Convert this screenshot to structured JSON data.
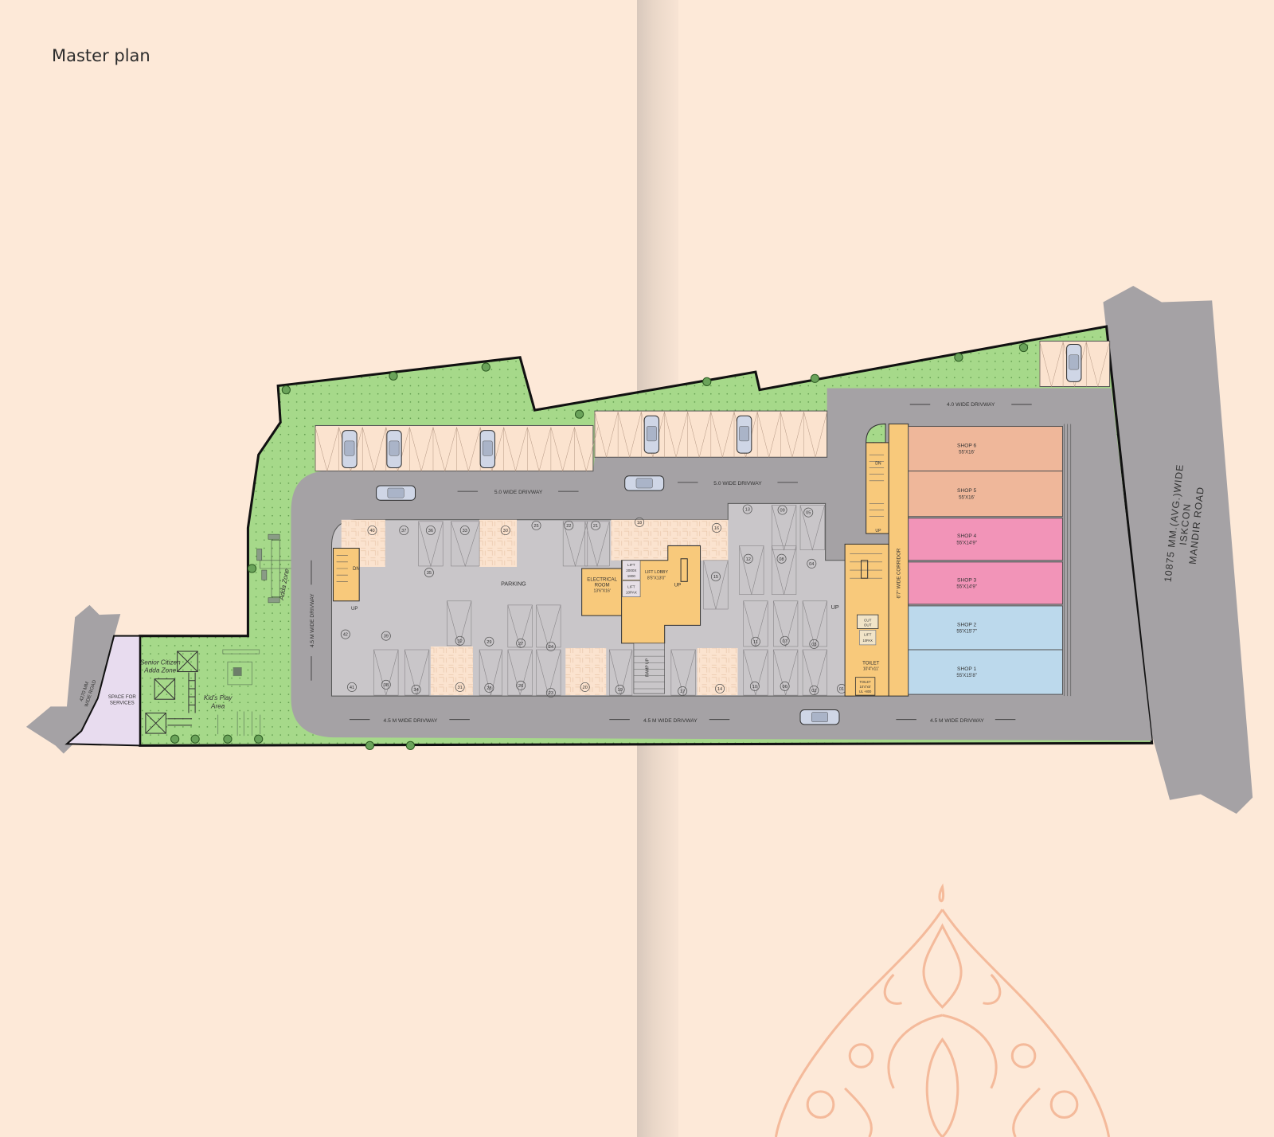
{
  "page": {
    "title": "Master plan"
  },
  "colors": {
    "background": "#fde9d8",
    "garden": "#a6d98a",
    "road": "#a5a2a5",
    "parking": "#c9c6c9",
    "core": "#f8c97b",
    "shop_peach": "#efb79a",
    "shop_pink": "#f294b8",
    "shop_blue": "#bcd9ec",
    "services": "#e8dcef"
  },
  "roads": {
    "main_road": [
      "10875 MM.(AVG.)WIDE",
      "ISKCON",
      "MANDIR ROAD"
    ],
    "side_road": [
      "4270 MM",
      "WIDE ROAD"
    ]
  },
  "driveways": {
    "top_right": "4.0 WIDE DRIVWAY",
    "top_left": "5.0 WIDE DRIVWAY",
    "top_mid": "5.0 WIDE DRIVWAY",
    "left_vertical": "4.5 M WIDE DRIVWAY",
    "bottom_left": "4.5 M WIDE DRIVWAY",
    "bottom_mid": "4.5 M WIDE DRIVWAY",
    "bottom_right": "4.5 M WIDE DRIVWAY"
  },
  "zones": {
    "services": [
      "SPACE FOR",
      "SERVICES"
    ],
    "senior": [
      "Senior Citizen",
      "Adda Zone"
    ],
    "kids": [
      "Kid's Play",
      "Area"
    ],
    "adda": "Adda Zone",
    "parking": "PARKING",
    "ramp": "RAMP UP"
  },
  "rooms": {
    "electrical": [
      "ELECTRICAL",
      "ROOM",
      "13'6\"X16'"
    ],
    "lift1": [
      "LIFT",
      "2000X",
      "1800"
    ],
    "lift2": [
      "LIFT",
      "10PAX"
    ],
    "lift_lobby": [
      "LIFT LOBBY",
      "8'5\"X13'0\""
    ],
    "lift3": [
      "LIFT",
      "10PAX"
    ],
    "cut_out": [
      "CUT",
      "OUT"
    ],
    "toilet": [
      "TOILET",
      "10'4\"x11'"
    ],
    "toilet2": [
      "TOILET",
      "10'4\"x5'",
      "UL +800"
    ],
    "corridor": "6'7\" WIDE CORRIDOR",
    "up": "UP",
    "dn": "DN"
  },
  "shops": [
    {
      "name": "SHOP 6",
      "size": "55'X16'"
    },
    {
      "name": "SHOP 5",
      "size": "55'X16'"
    },
    {
      "name": "SHOP 4",
      "size": "55'X14'9\""
    },
    {
      "name": "SHOP 3",
      "size": "55'X14'9\""
    },
    {
      "name": "SHOP 2",
      "size": "55'X15'7\""
    },
    {
      "name": "SHOP 1",
      "size": "55'X15'8\""
    }
  ],
  "parking_slots": [
    "40",
    "37",
    "36",
    "33",
    "30",
    "25",
    "22",
    "21",
    "18",
    "16",
    "13",
    "09",
    "05",
    "35",
    "12",
    "08",
    "04",
    "15",
    "42",
    "39",
    "32",
    "29",
    "27",
    "24",
    "11",
    "07",
    "03",
    "41",
    "38",
    "34",
    "31",
    "28",
    "26",
    "23",
    "20",
    "19",
    "17",
    "14",
    "10",
    "06",
    "02",
    "01"
  ]
}
